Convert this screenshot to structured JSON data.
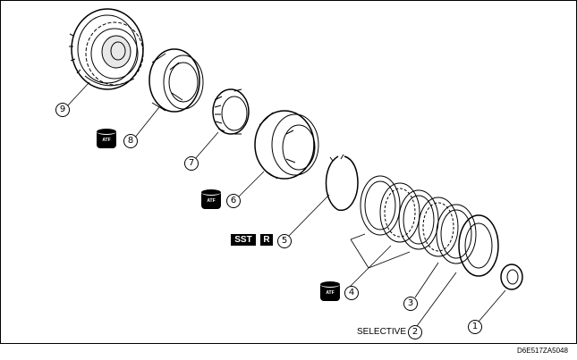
{
  "figure_id": "D6E517ZA5048",
  "callouts": {
    "c1": "1",
    "c2": "2",
    "c3": "3",
    "c4": "4",
    "c5": "5",
    "c6": "6",
    "c7": "7",
    "c8": "8",
    "c9": "9"
  },
  "labels": {
    "selective": "SELECTIVE",
    "sst": "SST",
    "r": "R"
  },
  "atf_text": "ATF"
}
